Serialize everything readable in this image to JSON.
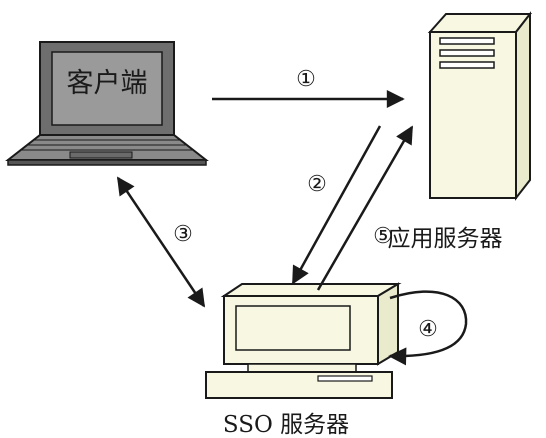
{
  "nodes": {
    "client": {
      "label": "客户端"
    },
    "app_server": {
      "label": "应用服务器"
    },
    "sso_server": {
      "label": "SSO 服务器"
    }
  },
  "steps": {
    "s1": {
      "label": "①"
    },
    "s2": {
      "label": "②"
    },
    "s3": {
      "label": "③"
    },
    "s4": {
      "label": "④"
    },
    "s5": {
      "label": "⑤"
    }
  },
  "colors": {
    "screen": "#8f8f8f",
    "screen_dark": "#545454",
    "case": "#f7f7e2",
    "line": "#1a1a1a"
  }
}
